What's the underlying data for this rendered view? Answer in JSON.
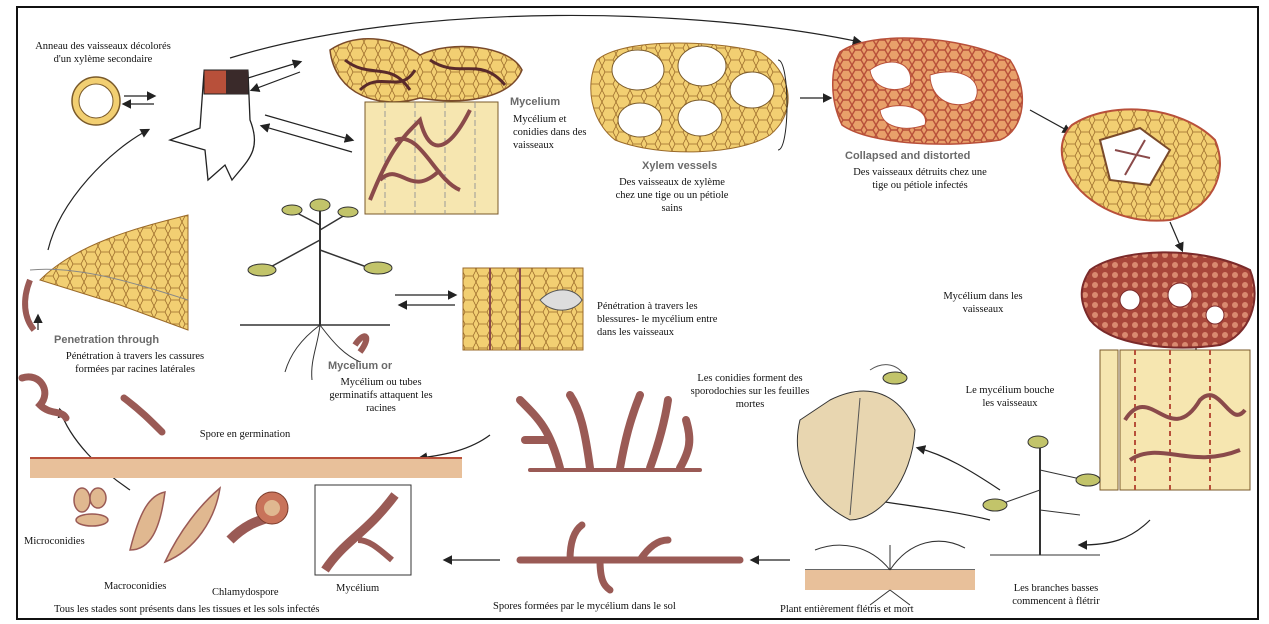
{
  "labels": {
    "anneau": "Anneau des vaisseaux décolorés d'un xylème secondaire",
    "mycelium_en": "Mycelium",
    "mycelium_conidies": "Mycélium et conidies dans des vaisseaux",
    "xylem_en": "Xylem vessels",
    "xyleme_sain": "Des vaisseaux de xylème chez une tige ou un pétiole sains",
    "collapsed_en": "Collapsed and distorted",
    "vaisseaux_detruits": "Des vaisseaux détruits chez une tige ou pétiole infectés",
    "mycelium_vaisseaux": "Mycélium dans les vaisseaux",
    "penetration_en": "Penetration through",
    "penetration_cassures": "Pénétration à travers les cassures formées par racines latérales",
    "penetration_blessures": "Pénétration à travers les blessures- le mycélium entre dans les vaisseaux",
    "mycelium_or_en": "Mycelium or",
    "tubes_germinatifs": "Mycélium ou tubes germinatifs attaquent les racines",
    "spore_germination": "Spore en germination",
    "conidies_sporodochies": "Les conidies forment des sporodochies sur les feuilles mortes",
    "mycelium_bouche": "Le mycélium bouche les vaisseaux",
    "microconidies": "Microconidies",
    "macroconidies": "Macroconidies",
    "chlamydospore": "Chlamydospore",
    "mycelium_box": "Mycélium",
    "tous_stades": "Tous les stades sont présents dans les tissues et les sols infectés",
    "spores_formees": "Spores formées par le mycélium dans le sol",
    "plant_fletri": "Plant entièrement flétris et mort",
    "branches_basses": "Les branches basses commencent à flétrir"
  },
  "colors": {
    "cell_fill": "#f2cf72",
    "tissue_red": "#b8503a",
    "hypha": "#9a5a55",
    "ink": "#1a1a1a"
  }
}
